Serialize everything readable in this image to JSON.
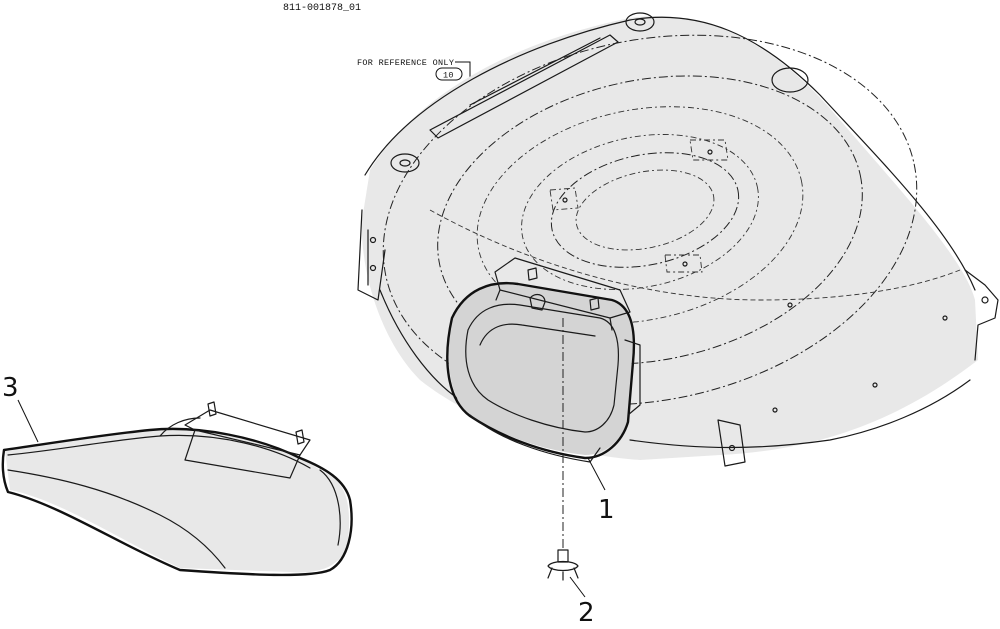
{
  "drawing": {
    "code": "811-001878_01",
    "reference_note": "FOR REFERENCE ONLY",
    "reference_number": "10"
  },
  "callouts": [
    {
      "number": "1",
      "part": "mulch-plug"
    },
    {
      "number": "2",
      "part": "fastener"
    },
    {
      "number": "3",
      "part": "side-discharge-chute"
    }
  ],
  "colors": {
    "line": "#111111",
    "background": "#ffffff",
    "shade": "#e8e8e8"
  }
}
